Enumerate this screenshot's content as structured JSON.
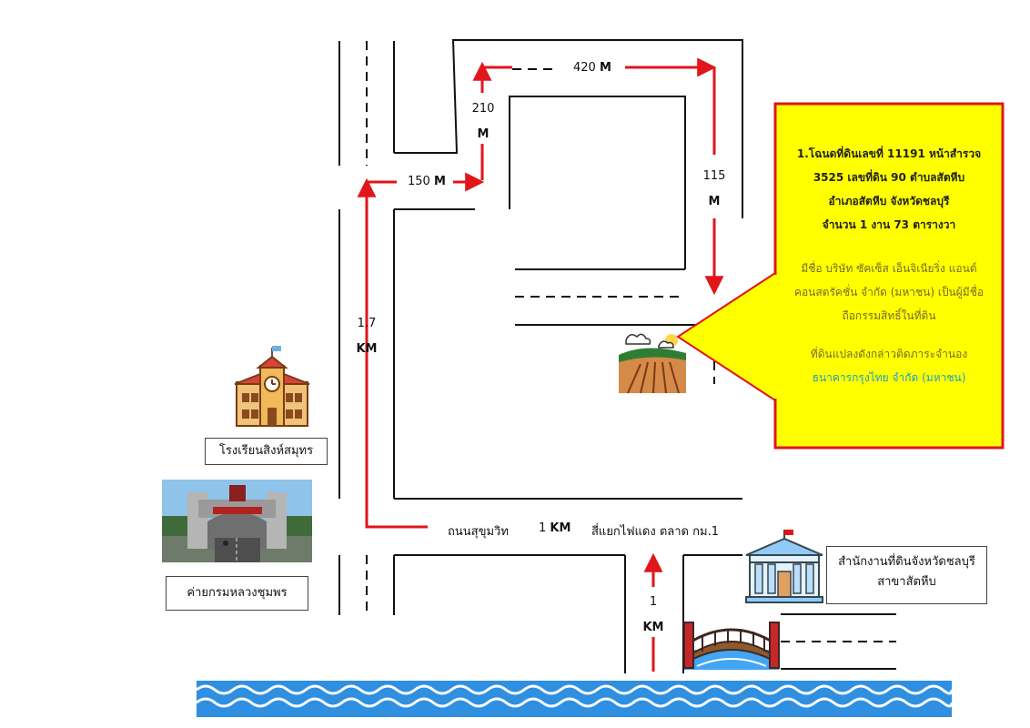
{
  "roads": {
    "segment_150": {
      "value": "150",
      "unit": "M"
    },
    "segment_210": {
      "value": "210",
      "unit": "M"
    },
    "segment_420": {
      "value": "420",
      "unit": "M"
    },
    "segment_115": {
      "value": "115",
      "unit": "M"
    },
    "segment_1_7km": {
      "value": "1.7",
      "unit": "KM"
    },
    "segment_1km_bottom": {
      "value": "1",
      "unit": "KM"
    },
    "sukhumvit": {
      "name": "ถนนสุขุมวิท",
      "value": "1",
      "unit": "KM"
    },
    "intersection": "สี่แยกไฟแดง ตลาด กม.1"
  },
  "landmarks": {
    "school": "โรงเรียนสิงห์สมุทร",
    "camp": "ค่ายกรมหลวงชุมพร",
    "land_office_line1": "สำนักงานที่ดินจังหวัดชลบุรี",
    "land_office_line2": "สาขาสัตหีบ"
  },
  "callout": {
    "deed_line1": "1.โฉนดที่ดินเลขที่ 11191 หน้าสำรวจ",
    "deed_line2": "3525 เลขที่ดิน 90 ตำบลสัตหีบ",
    "deed_line3": "อำเภอสัตหีบ จังหวัดชลบุรี",
    "deed_line4": "จำนวน 1 งาน 73 ตารางวา",
    "owner_line1": "มีชื่อ บริษัท ซัคเซ็ส เอ็นจิเนียริ่ง แอนด์",
    "owner_line2": "คอนสตรัคชั่น จำกัด (มหาชน) เป็นผู้มีชื่อ",
    "owner_line3": "ถือกรรมสิทธิ์ในที่ดิน",
    "bank_line1": "ที่ดินแปลงดังกล่าวติดภาระจำนอง",
    "bank_line2": "ธนาคารกรุงไทย จำกัด (มหาชน)"
  },
  "icons": {
    "school": "school-building-icon",
    "land": "farmland-icon",
    "office": "government-office-icon",
    "bridge": "bridge-icon",
    "camp": "camp-gate-photo"
  },
  "colors": {
    "route": "#e0161b",
    "callout_fill": "#ffff00",
    "callout_border": "#e0161b",
    "water": "#2f8fe0",
    "bank_text": "#1aa0c8",
    "owner_text": "#7a6a2a"
  }
}
